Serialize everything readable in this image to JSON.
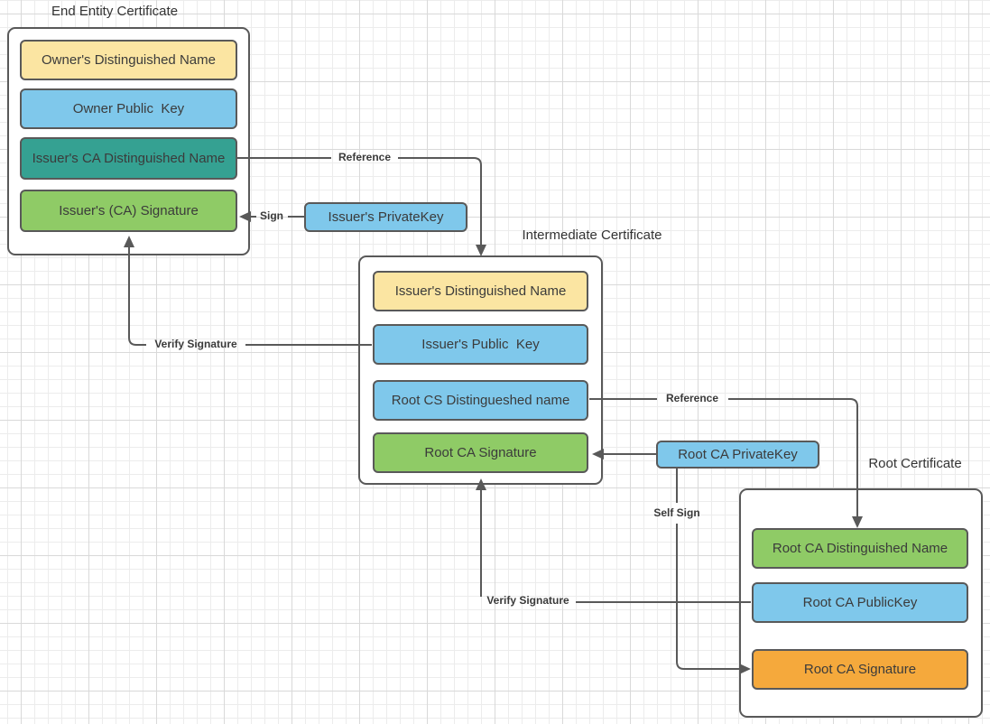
{
  "diagram": {
    "groups": {
      "end_entity": {
        "title": "End Entity Certificate",
        "boxes": [
          {
            "label": "Owner's Distinguished Name",
            "color": "#FBE5A2"
          },
          {
            "label": "Owner Public  Key",
            "color": "#7FC8EB"
          },
          {
            "label": "Issuer's CA Distinguished Name",
            "color": "#35A192"
          },
          {
            "label": "Issuer's (CA) Signature",
            "color": "#8FCB66"
          }
        ]
      },
      "intermediate": {
        "title": "Intermediate Certificate",
        "boxes": [
          {
            "label": "Issuer's Distinguished Name",
            "color": "#FBE5A2"
          },
          {
            "label": "Issuer's Public  Key",
            "color": "#7FC8EB"
          },
          {
            "label": "Root CS Distingueshed name",
            "color": "#7FC8EB"
          },
          {
            "label": "Root CA Signature",
            "color": "#8FCB66"
          }
        ]
      },
      "root": {
        "title": "Root Certificate",
        "boxes": [
          {
            "label": "Root CA Distinguished Name",
            "color": "#8FCB66"
          },
          {
            "label": "Root CA PublicKey",
            "color": "#7FC8EB"
          },
          {
            "label": "Root CA Signature",
            "color": "#F5A93C"
          }
        ]
      }
    },
    "keys": {
      "issuer_private_key": {
        "label": "Issuer's PrivateKey",
        "color": "#7FC8EB"
      },
      "root_private_key": {
        "label": "Root CA PrivateKey",
        "color": "#7FC8EB"
      }
    },
    "connector_labels": {
      "reference_end_to_intermediate": "Reference",
      "sign": "Sign",
      "verify_signature_to_end_entity": "Verify Signature",
      "reference_intermediate_to_root": "Reference",
      "self_sign": "Self Sign",
      "verify_signature_to_intermediate": "Verify Signature"
    },
    "colors": {
      "yellow": "#FBE5A2",
      "blue": "#7FC8EB",
      "teal": "#35A192",
      "green": "#8FCB66",
      "orange": "#F5A93C",
      "line": "#595959"
    }
  }
}
